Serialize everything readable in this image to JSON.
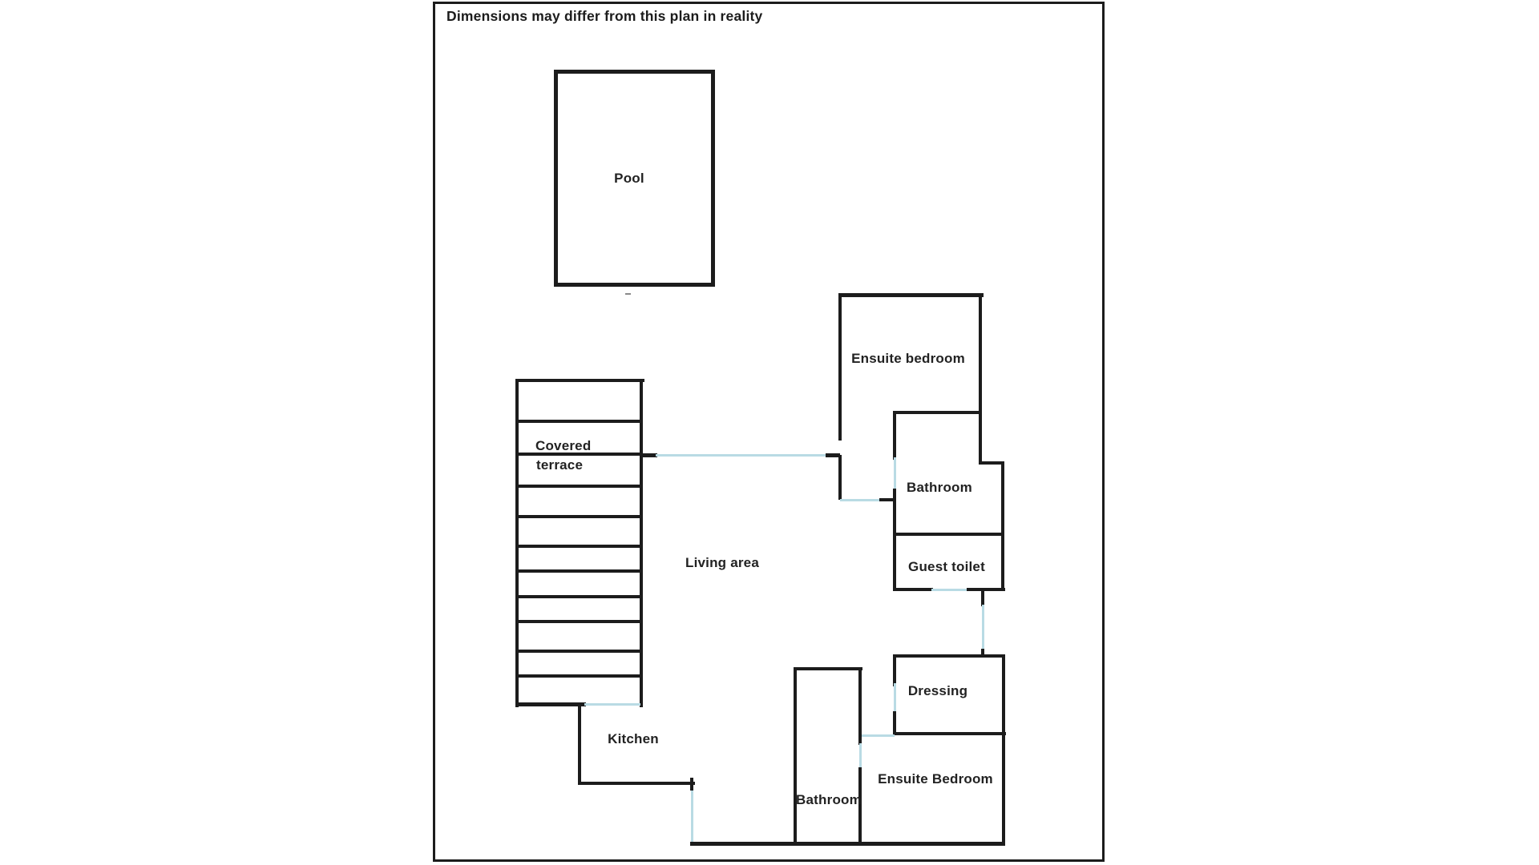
{
  "title": "Dimensions may differ from this plan in reality",
  "rooms": {
    "pool": "Pool",
    "covered_terrace_line1": "Covered",
    "covered_terrace_line2": "terrace",
    "living_area": "Living area",
    "kitchen": "Kitchen",
    "ensuite_bedroom_top": "Ensuite bedroom",
    "bathroom_top": "Bathroom",
    "guest_toilet": "Guest toilet",
    "dressing": "Dressing",
    "ensuite_bedroom_bottom": "Ensuite Bedroom",
    "bathroom_bottom": "Bathroom"
  },
  "colors": {
    "wall": "#1c1c1c",
    "door_opening": "#b9dbe4",
    "background": "#ffffff"
  }
}
